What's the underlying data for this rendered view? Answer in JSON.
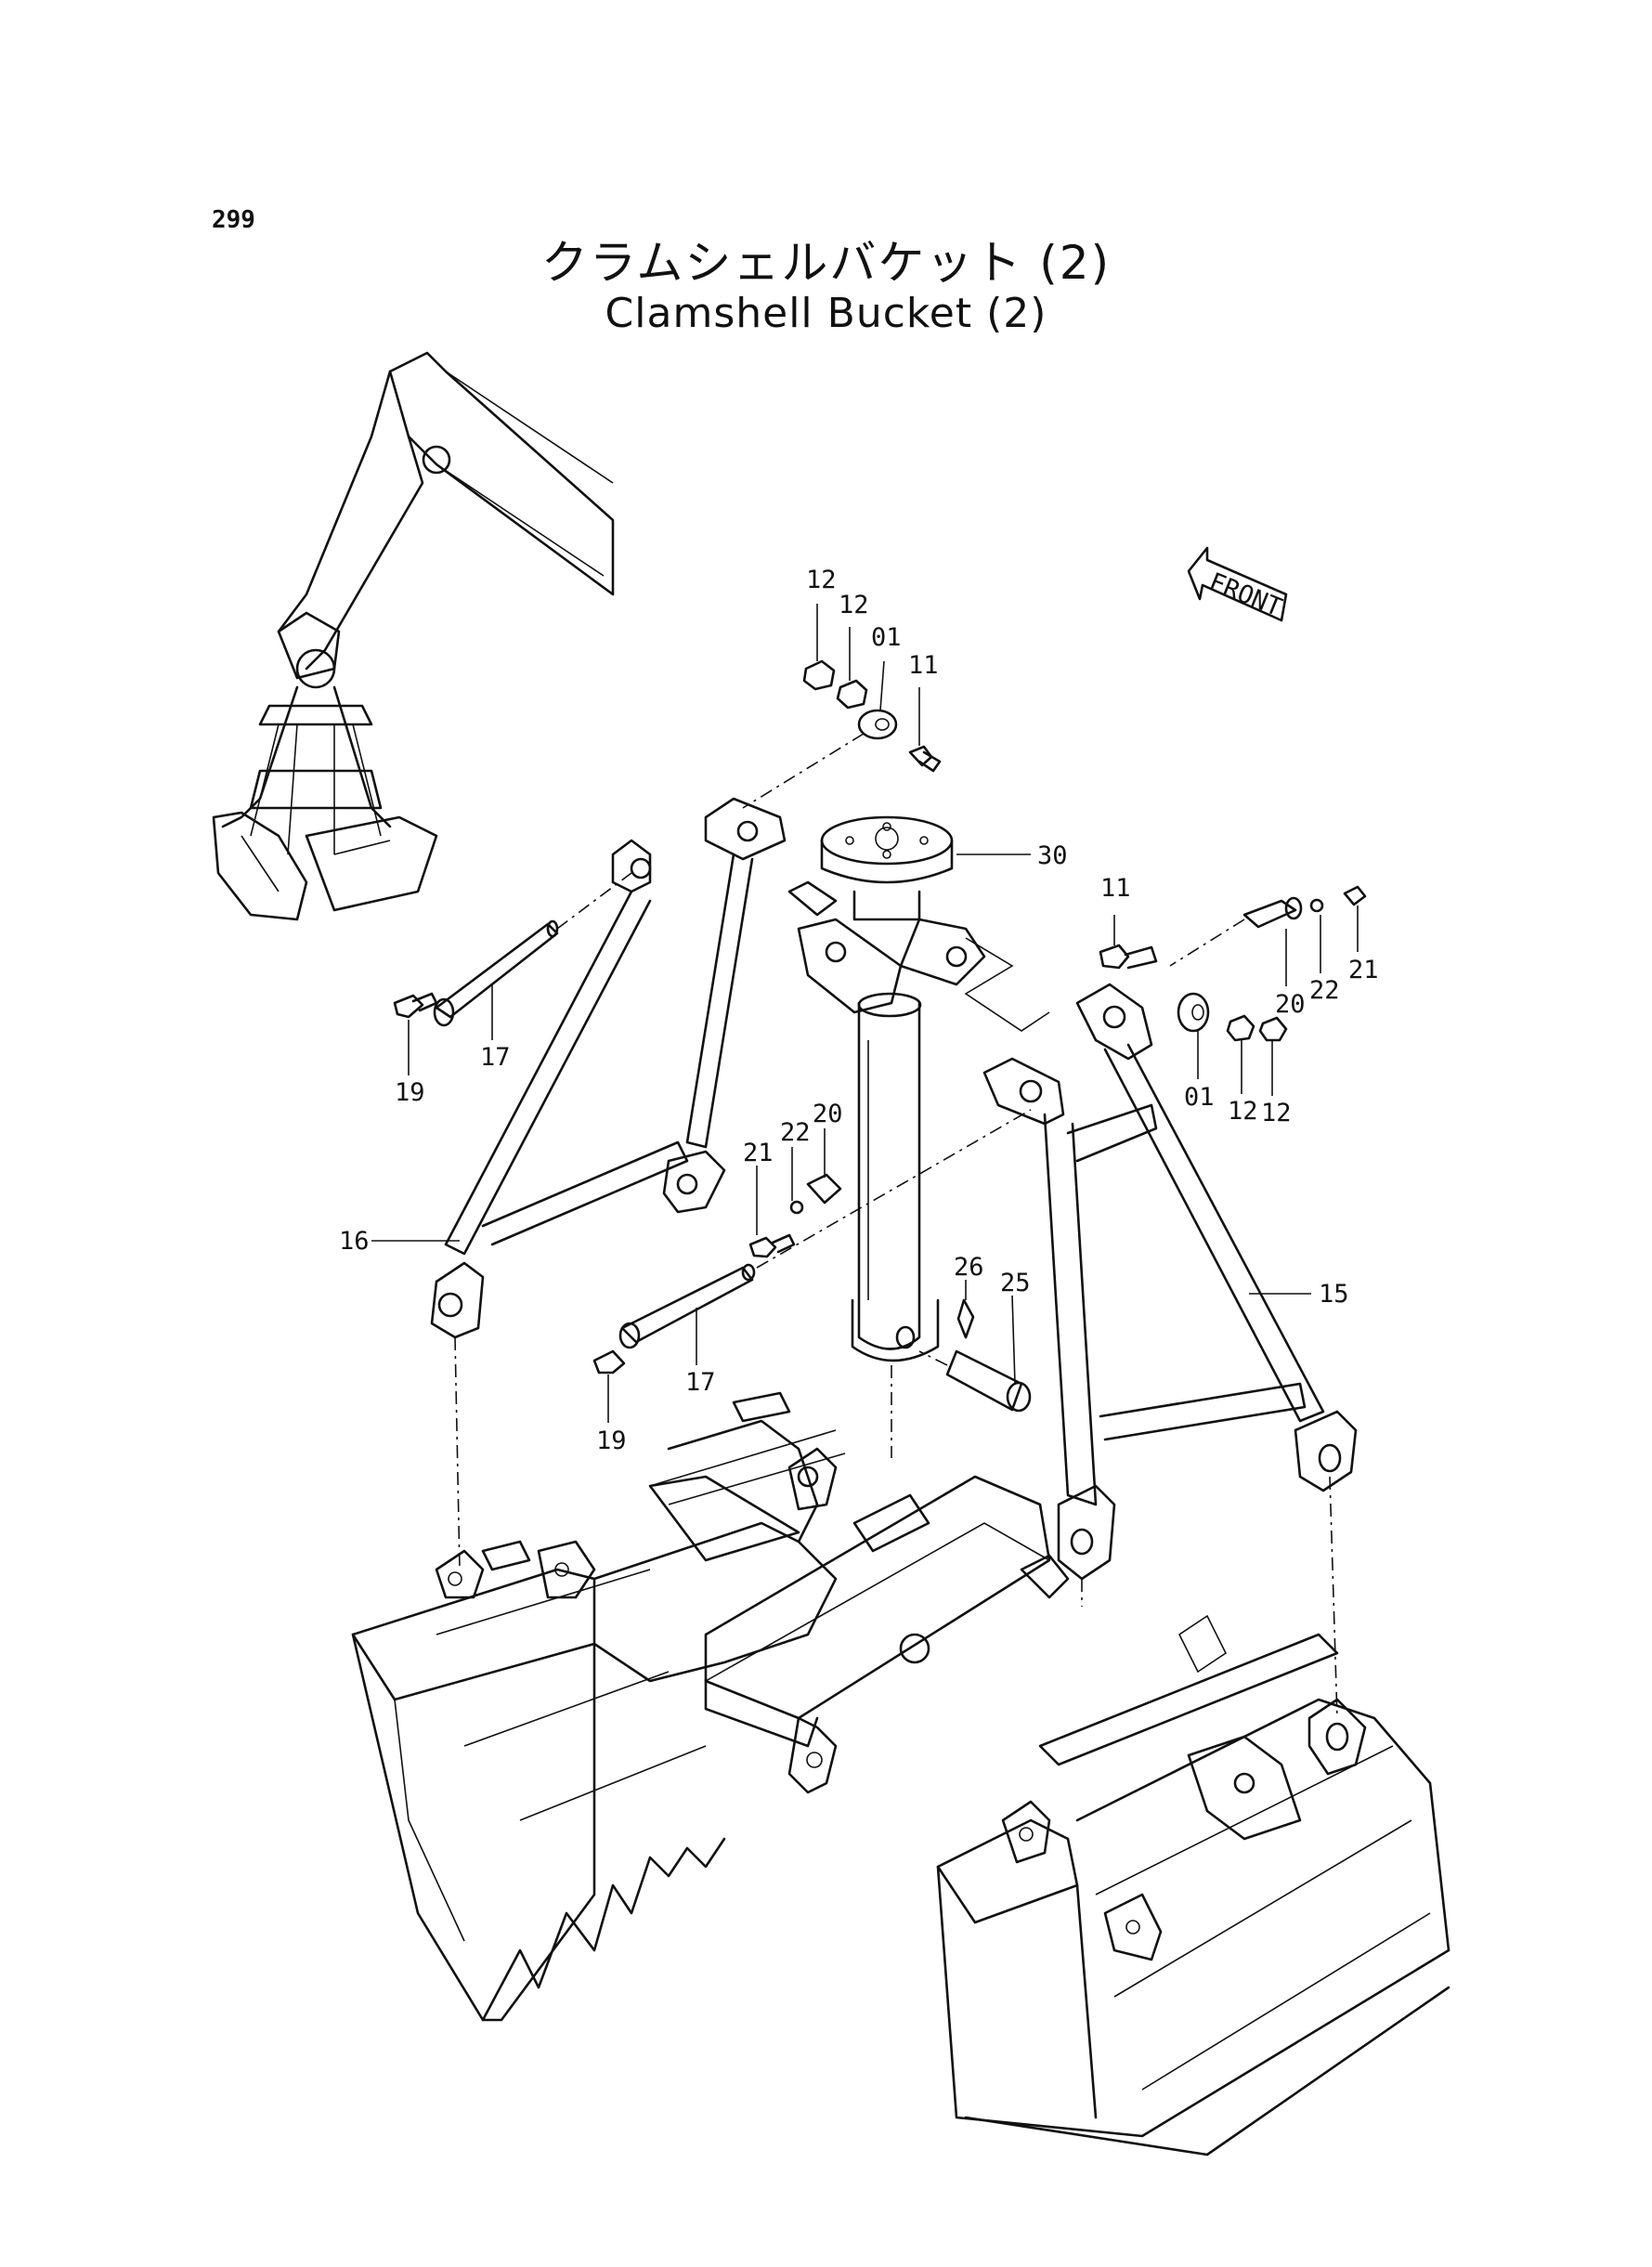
{
  "page_number": "299",
  "title_jp": "クラムシェルバケット (2)",
  "title_en": "Clamshell Bucket (2)",
  "front_label": "FRONT",
  "callouts": {
    "c01a": "01",
    "c01b": "01",
    "c11a": "11",
    "c11b": "11",
    "c12a": "12",
    "c12b": "12",
    "c12c": "12",
    "c12d": "12",
    "c15": "15",
    "c16": "16",
    "c17a": "17",
    "c17b": "17",
    "c19a": "19",
    "c19b": "19",
    "c20a": "20",
    "c20b": "20",
    "c21a": "21",
    "c21b": "21",
    "c22a": "22",
    "c22b": "22",
    "c25": "25",
    "c26": "26",
    "c30": "30"
  }
}
